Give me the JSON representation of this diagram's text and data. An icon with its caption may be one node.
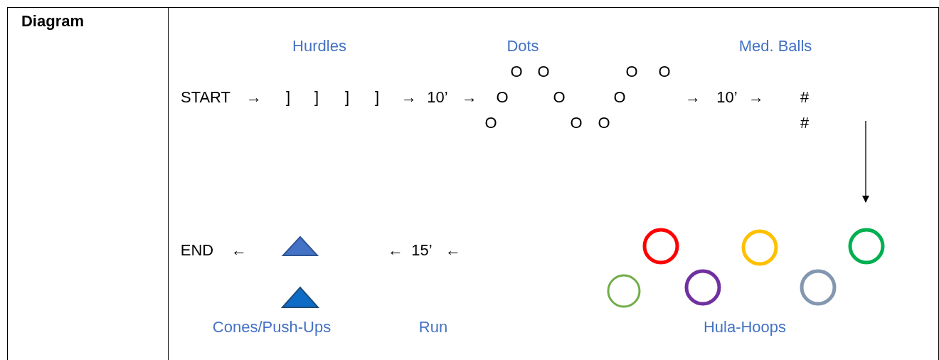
{
  "diagram": {
    "nodes": [
      {
        "text": [],
        "shape": "triangle"
      },
      {
        "text": [],
        "shape": "triangle"
      },
      {
        "text": [],
        "shape": "circle"
      },
      {
        "text": [],
        "shape": "circle"
      },
      {
        "text": [],
        "shape": "circle"
      },
      {
        "text": [],
        "shape": "circle"
      },
      {
        "text": [],
        "shape": "circle"
      },
      {
        "text": [],
        "shape": "circle"
      }
    ],
    "edges": [
      {
        "from": null,
        "to": 7,
        "arrow": "to"
      }
    ],
    "labels": [
      "Diagram",
      "Hurdles",
      "Dots",
      "Med. Balls",
      "O",
      "O",
      "O",
      "O",
      "START",
      "→",
      "]",
      "]",
      "]",
      "]",
      "→",
      "10’",
      "→",
      "O",
      "O",
      "O",
      "→",
      "10’",
      "→",
      "#",
      "O",
      "O",
      "O",
      "#",
      "END",
      "←",
      "←",
      "15’",
      "←",
      "Cones/Push-Ups",
      "Run",
      "Hula-Hoops"
    ]
  }
}
